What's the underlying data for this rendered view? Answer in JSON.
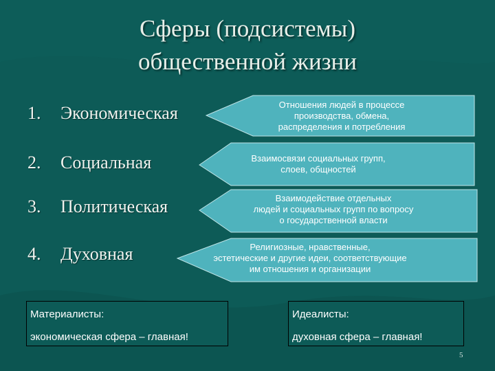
{
  "slide": {
    "title_line1": "Сферы (подсистемы)",
    "title_line2": "общественной жизни",
    "spheres": [
      {
        "num": "1.",
        "label": "Экономическая"
      },
      {
        "num": "2.",
        "label": "Социальная"
      },
      {
        "num": "3.",
        "label": "Политическая"
      },
      {
        "num": "4.",
        "label": "Духовная"
      }
    ],
    "callouts": [
      {
        "lines": [
          "Отношения людей в процессе",
          "производства, обмена,",
          "распределения и потребления"
        ]
      },
      {
        "lines": [
          "Взаимосвязи социальных групп,",
          "слоев, общностей"
        ]
      },
      {
        "lines": [
          "Взаимодействие отдельных",
          "людей и социальных групп по вопросу",
          "о государственной власти"
        ]
      },
      {
        "lines": [
          "Религиозные, нравственные,",
          "эстетические и другие идеи, соответствующие",
          "им отношения и организации"
        ]
      }
    ],
    "materialists": {
      "label": "Материалисты:",
      "text": "экономическая сфера – главная!"
    },
    "idealists": {
      "label": "Идеалисты:",
      "text": "духовная сфера – главная!"
    },
    "page_number": "5"
  },
  "colors": {
    "background": "#0d5b57",
    "callout_fill": "#4fb3bd",
    "text": "#eef2ee"
  }
}
